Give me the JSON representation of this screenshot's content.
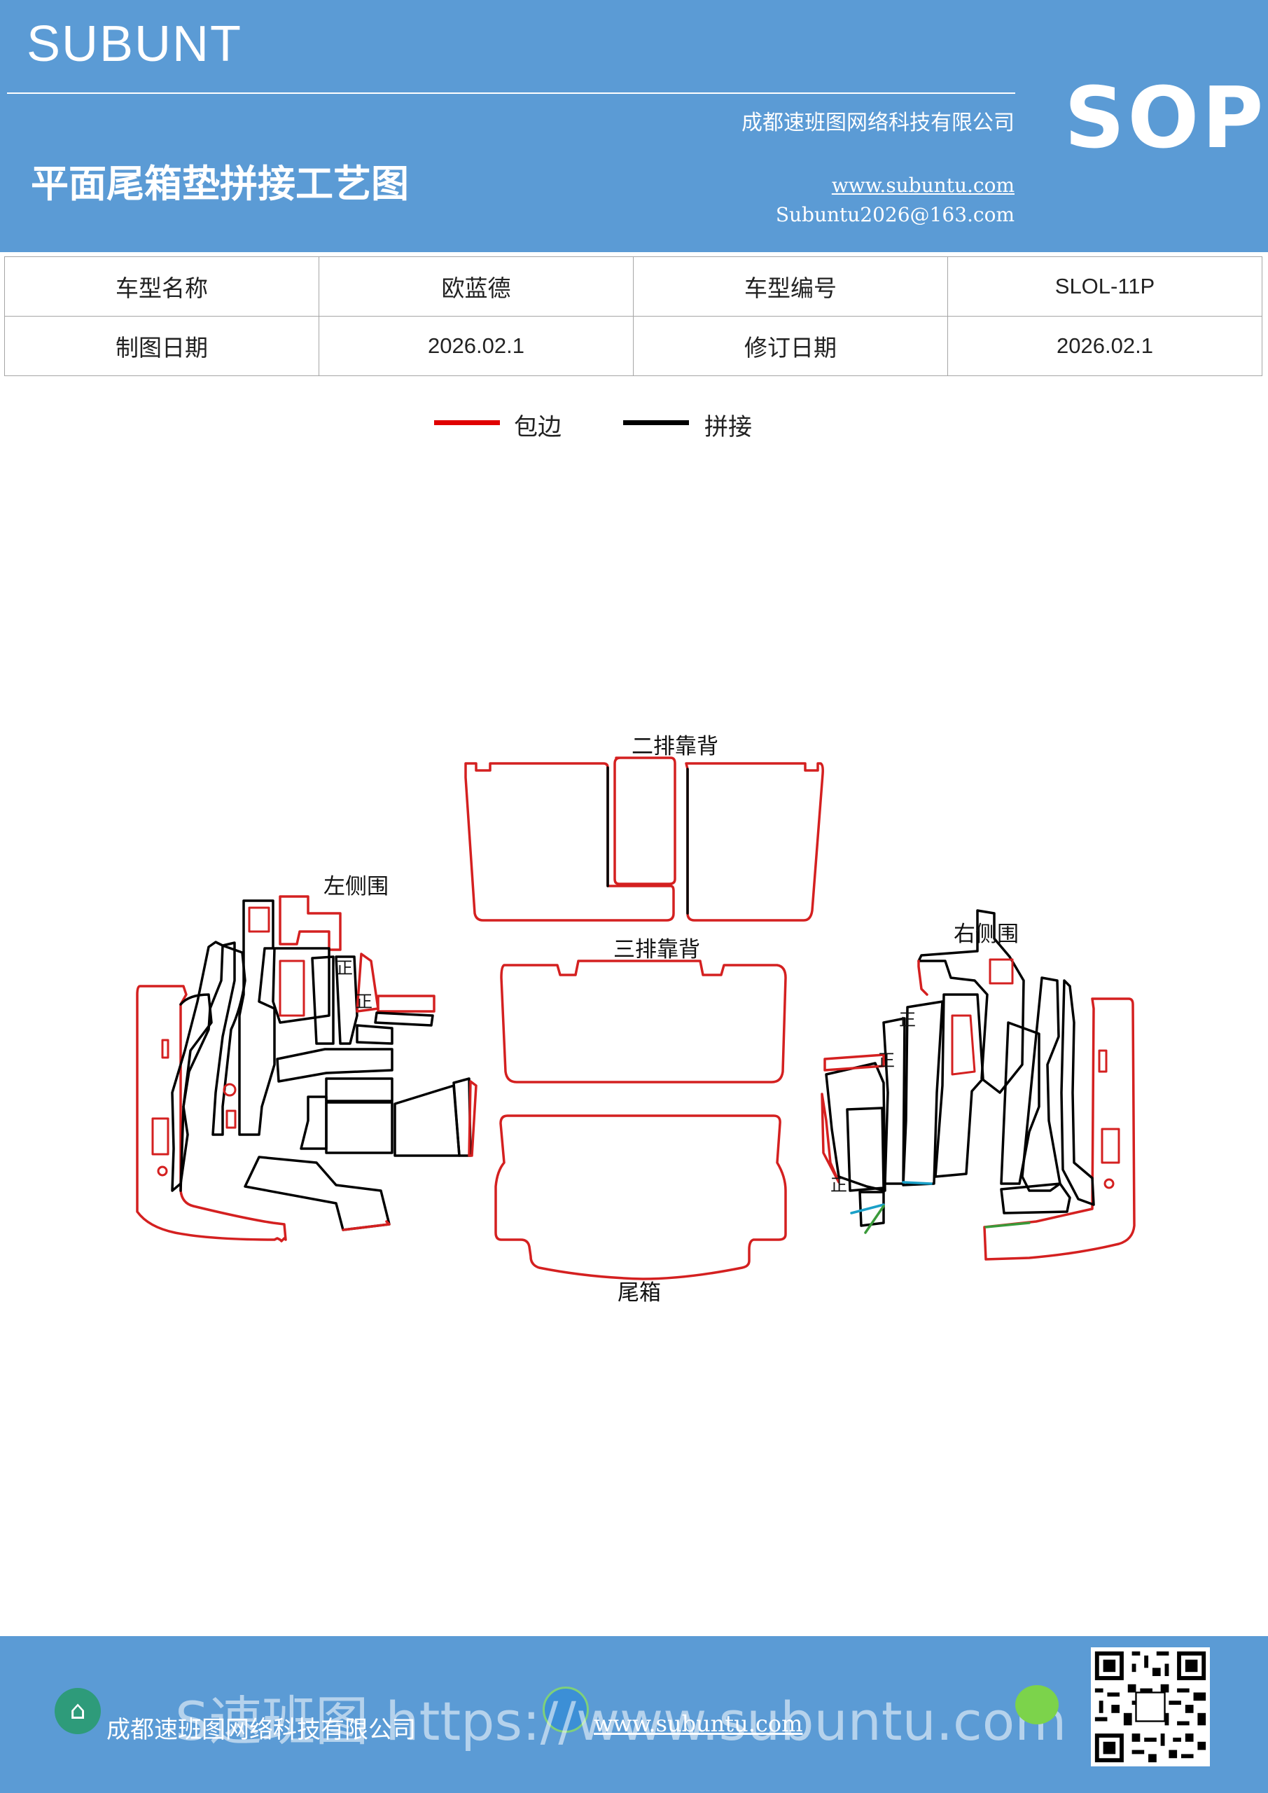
{
  "header": {
    "brand": "SUBUNT",
    "sop": "SOP",
    "company": "成都速班图网络科技有限公司",
    "title": "平面尾箱垫拼接工艺图",
    "website": "www.subuntu.com",
    "email": "Subuntu2026@163.com",
    "bg_color": "#5b9bd5"
  },
  "info_table": {
    "rows": [
      [
        {
          "text": "车型名称",
          "kind": "label"
        },
        {
          "text": "欧蓝德",
          "kind": "value"
        },
        {
          "text": "车型编号",
          "kind": "label"
        },
        {
          "text": "SLOL-11P",
          "kind": "value"
        }
      ],
      [
        {
          "text": "制图日期",
          "kind": "label"
        },
        {
          "text": "2026.02.1",
          "kind": "value"
        },
        {
          "text": "修订日期",
          "kind": "label"
        },
        {
          "text": "2026.02.1",
          "kind": "value"
        }
      ]
    ]
  },
  "legend": {
    "items": [
      {
        "label": "包边",
        "color": "#e00000"
      },
      {
        "label": "拼接",
        "color": "#000000"
      }
    ]
  },
  "diagram": {
    "labels": {
      "second_row": "二排靠背",
      "third_row": "三排靠背",
      "trunk": "尾箱",
      "left_side": "左侧围",
      "right_side": "右侧围",
      "front_mark": "正"
    },
    "colors": {
      "edge": "#d42020",
      "seam": "#000000",
      "cyan": "#1aa0c8",
      "green": "#3a9a3a"
    }
  },
  "footer": {
    "company": "成都速班图网络科技有限公司",
    "website": "www.subuntu.com",
    "watermark": "S速班图 https://www.subuntu.com",
    "icons": [
      "house-icon",
      "globe-icon",
      "wechat-icon",
      "qr-code"
    ]
  }
}
